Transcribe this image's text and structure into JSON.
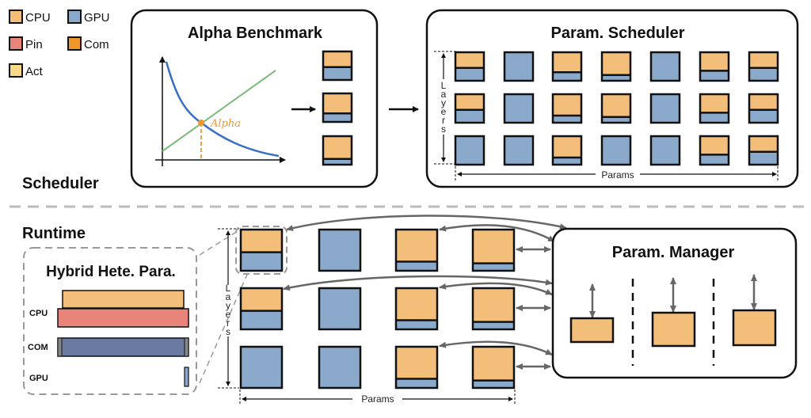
{
  "colors": {
    "cpu": "#F3BE7A",
    "gpu": "#8BAACB",
    "pin": "#E8847A",
    "com": "#F0962E",
    "act": "#F8D98A",
    "com_bar": "#6B7AA1",
    "curve_blue": "#3A6FC4",
    "line_green": "#7DBB7D",
    "alpha_orange": "#F0962E",
    "arrow_gray": "#666666",
    "divider_gray": "#BBBBBB"
  },
  "legend": [
    {
      "label": "CPU",
      "color_key": "cpu"
    },
    {
      "label": "GPU",
      "color_key": "gpu"
    },
    {
      "label": "Pin",
      "color_key": "pin"
    },
    {
      "label": "Com",
      "color_key": "com"
    },
    {
      "label": "Act",
      "color_key": "act"
    }
  ],
  "sections": {
    "scheduler": "Scheduler",
    "runtime": "Runtime"
  },
  "alpha_benchmark": {
    "title": "Alpha Benchmark",
    "alpha_label": "Alpha",
    "blocks_cpu_fraction": [
      0.55,
      0.7,
      0.8
    ]
  },
  "param_scheduler": {
    "title": "Param. Scheduler",
    "y_axis_label": "Layers",
    "x_axis_label": "Params",
    "grid_cpu_fraction": [
      [
        0.55,
        0.0,
        0.7,
        0.8,
        0.0,
        0.65,
        0.55
      ],
      [
        0.55,
        0.0,
        0.75,
        0.8,
        0.0,
        0.65,
        0.55
      ],
      [
        0.0,
        0.0,
        0.75,
        0.0,
        0.0,
        0.65,
        0.55
      ]
    ]
  },
  "runtime_grid": {
    "y_axis_label": "Layers",
    "x_axis_label": "Params",
    "grid_cpu_fraction": [
      [
        0.55,
        0.0,
        0.78,
        0.82
      ],
      [
        0.55,
        0.0,
        0.78,
        0.82
      ],
      [
        0.0,
        0.0,
        0.78,
        0.82
      ]
    ]
  },
  "hybrid_hete_para": {
    "title": "Hybrid Hete. Para.",
    "rows": [
      {
        "label": "CPU"
      },
      {
        "label": "COM"
      },
      {
        "label": "GPU"
      }
    ]
  },
  "param_manager": {
    "title": "Param. Manager"
  }
}
